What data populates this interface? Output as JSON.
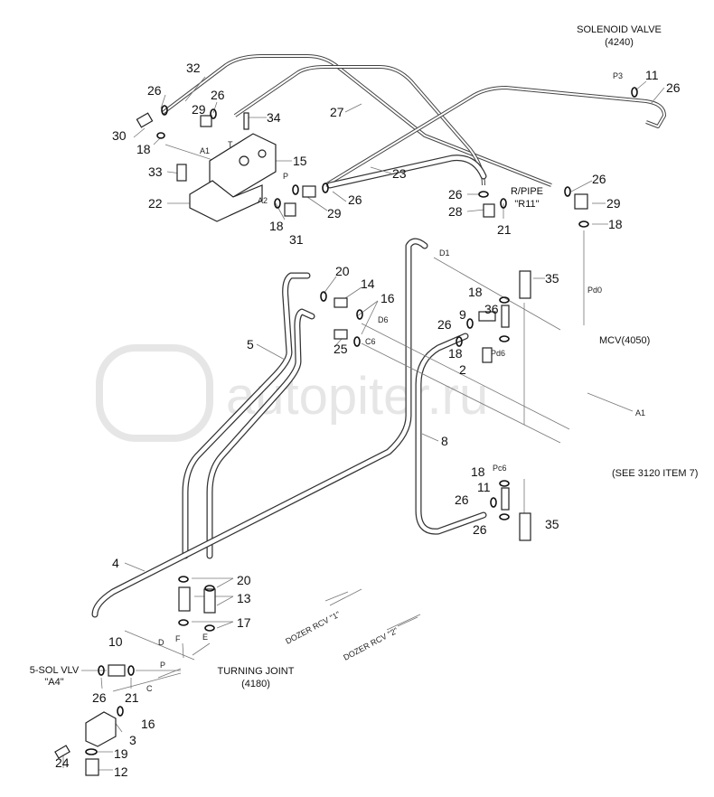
{
  "watermark": "autopiter.ru",
  "titles": {
    "solenoid_valve": "SOLENOID VALVE",
    "solenoid_valve_ref": "(4240)",
    "rpipe": "R/PIPE",
    "rpipe_ref": "\"R11\"",
    "mcv": "MCV(4050)",
    "see_note": "(SEE 3120 ITEM 7)",
    "sol_vlv": "5-SOL VLV",
    "sol_vlv_ref": "\"A4\"",
    "turning_joint": "TURNING JOINT",
    "turning_joint_ref": "(4180)",
    "dozer1": "DOZER RCV \"1\"",
    "dozer2": "DOZER RCV \"2\""
  },
  "ports": [
    "T",
    "A1",
    "P",
    "A2",
    "D1",
    "D6",
    "C6",
    "Pd0",
    "Pd6",
    "Pc6",
    "A1",
    "D",
    "F",
    "E",
    "P",
    "C",
    "P3"
  ],
  "callouts": [
    "32",
    "26",
    "26",
    "29",
    "34",
    "30",
    "18",
    "27",
    "15",
    "33",
    "22",
    "23",
    "26",
    "29",
    "18",
    "31",
    "26",
    "28",
    "21",
    "11",
    "26",
    "26",
    "29",
    "18",
    "35",
    "20",
    "14",
    "16",
    "5",
    "25",
    "18",
    "36",
    "9",
    "26",
    "18",
    "2",
    "8",
    "4",
    "20",
    "13",
    "17",
    "10",
    "26",
    "21",
    "16",
    "3",
    "19",
    "12",
    "24",
    "18",
    "11",
    "26",
    "26",
    "35"
  ]
}
